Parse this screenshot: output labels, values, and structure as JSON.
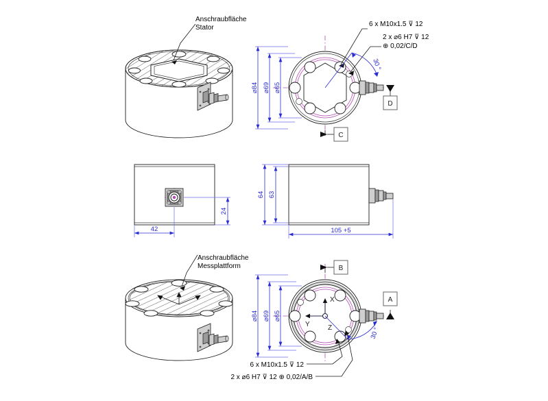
{
  "drawing": {
    "background_color": "#ffffff",
    "dimension_color": "#2b2bd4",
    "centerline_color": "#b44cb4",
    "geometry_color": "#1a1a1a"
  },
  "labels": {
    "stator_line1": "Anschraubfläche",
    "stator_line2": "Stator",
    "platform_line1": "Anschraubfläche",
    "platform_line2": "Messplattform"
  },
  "top_view": {
    "notes": {
      "thread_note": "6 x M10x1.5 ⊽ 12",
      "dowel_note": "2 x ⌀6 H7 ⊽ 12",
      "position_tol": "⊕ 0,02/C/D"
    },
    "dimensions": {
      "outer_diameter": "⌀84",
      "bolt_circle": "⌀69",
      "inner_diameter": "⌀65",
      "angle": "30 °"
    },
    "datums": {
      "bottom": "C",
      "right": "D"
    }
  },
  "front_view_left": {
    "dimensions": {
      "horizontal": "42",
      "vertical": "24"
    }
  },
  "front_view_right": {
    "dimensions": {
      "height_outer": "64",
      "height_inner": "63",
      "length": "105 +5"
    }
  },
  "bottom_view": {
    "notes": {
      "thread_note": "6 x M10x1.5 ⊽ 12",
      "dowel_note": "2 x ⌀6 H7 ⊽ 12 ⊕ 0,02/A/B"
    },
    "dimensions": {
      "outer_diameter": "⌀84",
      "bolt_circle": "⌀69",
      "inner_diameter": "⌀65",
      "angle": "30 °"
    },
    "datums": {
      "top": "B",
      "right": "A"
    },
    "axes": {
      "x": "X",
      "y": "Y",
      "z": "Z"
    }
  }
}
